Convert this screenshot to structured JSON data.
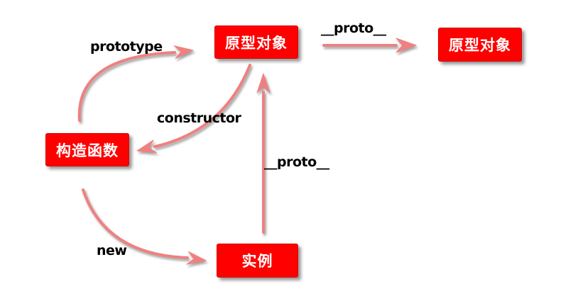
{
  "diagram": {
    "background": "#ffffff",
    "colors": {
      "node_bg": "#ff0000",
      "node_text": "#ffffff",
      "arrow": "#f08080",
      "edge_label": "#000000"
    },
    "nodes": [
      {
        "id": "prototype-object-top",
        "label": "原型对象"
      },
      {
        "id": "prototype-object-right",
        "label": "原型对象"
      },
      {
        "id": "constructor-function",
        "label": "构造函数"
      },
      {
        "id": "instance",
        "label": "实例"
      }
    ],
    "edges": [
      {
        "id": "prototype",
        "label": "prototype",
        "from": "constructor-function",
        "to": "prototype-object-top"
      },
      {
        "id": "constructor",
        "label": "constructor",
        "from": "prototype-object-top",
        "to": "constructor-function"
      },
      {
        "id": "proto-top",
        "label": "__proto__",
        "from": "prototype-object-top",
        "to": "prototype-object-right"
      },
      {
        "id": "proto-vertical",
        "label": "__proto__",
        "from": "instance",
        "to": "prototype-object-top"
      },
      {
        "id": "new",
        "label": "new",
        "from": "constructor-function",
        "to": "instance"
      }
    ]
  }
}
